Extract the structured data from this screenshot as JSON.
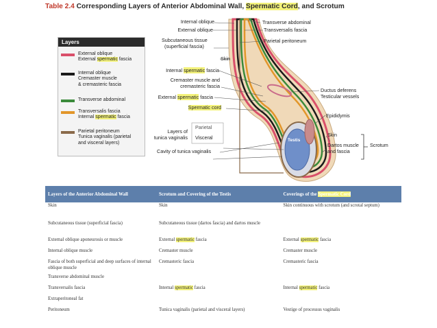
{
  "title": {
    "prefix": "Table 2.4",
    "pre": " Corresponding Layers of Anterior Abdominal Wall, ",
    "hl": "Spermatic Cord",
    "post": ", and Scrotum"
  },
  "legend": {
    "heading": "Layers",
    "items": [
      {
        "color": "#d94f6a",
        "lines": [
          [
            "External oblique"
          ],
          [
            "External ",
            {
              "hl": "spermatic"
            },
            " fascia"
          ]
        ]
      },
      {
        "color": "#1a1a1a",
        "lines": [
          [
            "Internal oblique"
          ],
          [
            "Cremaster muscle"
          ],
          [
            "& cremasteric fascia"
          ]
        ]
      },
      {
        "color": "#3a8a3a",
        "lines": [
          [
            "Transverse abdominal"
          ]
        ]
      },
      {
        "color": "#e2962a",
        "lines": [
          [
            "Transversalis fascia"
          ],
          [
            "Internal ",
            {
              "hl": "spermatic"
            },
            " fascia"
          ]
        ]
      },
      {
        "color": "#8a6a4a",
        "lines": [
          [
            "Parietal peritoneum"
          ],
          [
            "Tunica vaginalis (parietal"
          ],
          [
            "and visceral layers)"
          ]
        ]
      }
    ]
  },
  "labels": {
    "internal_oblique": "Internal oblique",
    "external_oblique": "External oblique",
    "subcutaneous_1": "Subcutaneous tissue",
    "subcutaneous_2": "(superficial fascia)",
    "skin": "Skin",
    "ism_pre": "Internal ",
    "ism_hl": "spermatic",
    "ism_post": " fascia",
    "cremaster_1": "Cremaster muscle and",
    "cremaster_2": "cremasteric fascia",
    "esm_pre": "External ",
    "esm_hl": "spermatic",
    "esm_post": " fascia",
    "spermatic_cord": "Spermatic cord",
    "layers_of_1": "Layers of",
    "layers_of_2": "tunica vaginalis",
    "parietal": "Parietal",
    "visceral": "Visceral",
    "cavity": "Cavity of tunica vaginalis",
    "transverse_abdominal": "Transverse abdominal",
    "transversalis_fascia": "Transversalis fascia",
    "parietal_peritoneum": "Parietal peritoneum",
    "ductus_1": "Ductus deferens",
    "ductus_2": "Testicular vessels",
    "epididymis": "Epididymis",
    "testis": "Testis",
    "skin_right": "Skin",
    "dartos_1": "Dartos muscle",
    "dartos_2": "and fascia",
    "scrotum": "Scrotum"
  },
  "table": {
    "headers": [
      [
        {
          "t": "Layers of the Anterior Abdominal Wall"
        }
      ],
      [
        {
          "t": "Scrotum and Covering of the Testis"
        }
      ],
      [
        {
          "t": "Coverings of the "
        },
        {
          "hl": "Spermatic Cord"
        }
      ]
    ],
    "rows": [
      [
        [
          {
            "t": "Skin"
          }
        ],
        [
          {
            "t": "Skin"
          }
        ],
        [
          {
            "t": "Skin continuous with scrotum (and scrotal septum)"
          }
        ]
      ],
      [
        [
          {
            "t": "Subcutaneous tissue (superficial fascia)"
          }
        ],
        [
          {
            "t": "Subcutaneous tissue (dartos fascia) and dartos muscle"
          }
        ],
        []
      ],
      [
        [
          {
            "t": "External oblique aponeurosis or muscle"
          }
        ],
        [
          {
            "t": "External "
          },
          {
            "hl": "spermatic"
          },
          {
            "t": " fascia"
          }
        ],
        [
          {
            "t": "External "
          },
          {
            "hl": "spermatic"
          },
          {
            "t": " fascia"
          }
        ]
      ],
      [
        [
          {
            "t": "Internal oblique muscle"
          }
        ],
        [
          {
            "t": "Cremaster muscle"
          }
        ],
        [
          {
            "t": "Cremaster muscle"
          }
        ]
      ],
      [
        [
          {
            "t": "Fascia of both superficial and deep surfaces of internal oblique muscle"
          }
        ],
        [
          {
            "t": "Cremasteric fascia"
          }
        ],
        [
          {
            "t": "Cremasteric fascia"
          }
        ]
      ],
      [
        [
          {
            "t": "Transverse abdominal muscle"
          }
        ],
        [],
        []
      ],
      [
        [
          {
            "t": "Transversalis fascia"
          }
        ],
        [
          {
            "t": "Internal "
          },
          {
            "hl": "spermatic"
          },
          {
            "t": " fascia"
          }
        ],
        [
          {
            "t": "Internal "
          },
          {
            "hl": "spermatic"
          },
          {
            "t": " fascia"
          }
        ]
      ],
      [
        [
          {
            "t": "Extraperitoneal fat"
          }
        ],
        [],
        []
      ],
      [
        [
          {
            "t": "Peritoneum"
          }
        ],
        [
          {
            "t": "Tunica vaginalis (parietal and visceral layers)"
          }
        ],
        [
          {
            "t": "Vestige of processus vaginalis"
          }
        ]
      ]
    ]
  }
}
